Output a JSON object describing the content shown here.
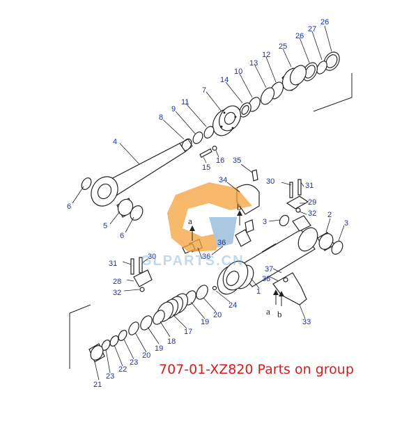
{
  "diagram": {
    "caption": "707-01-XZ820 Parts on group",
    "watermark_text": "GLPARTS.CN",
    "colors": {
      "labels": "#1a2fb4",
      "caption": "#d21e1e",
      "logo_orange": "#f4a23c",
      "logo_blue": "#8fb6d8"
    },
    "callouts": [
      {
        "id": "c26a",
        "text": "26"
      },
      {
        "id": "c26b",
        "text": "26"
      },
      {
        "id": "c27",
        "text": "27"
      },
      {
        "id": "c25",
        "text": "25"
      },
      {
        "id": "c12",
        "text": "12"
      },
      {
        "id": "c13",
        "text": "13"
      },
      {
        "id": "c10",
        "text": "10"
      },
      {
        "id": "c14",
        "text": "14"
      },
      {
        "id": "c7",
        "text": "7"
      },
      {
        "id": "c11",
        "text": "11"
      },
      {
        "id": "c9",
        "text": "9"
      },
      {
        "id": "c8",
        "text": "8"
      },
      {
        "id": "c4",
        "text": "4"
      },
      {
        "id": "c15",
        "text": "15"
      },
      {
        "id": "c16",
        "text": "16"
      },
      {
        "id": "c35",
        "text": "35"
      },
      {
        "id": "c34",
        "text": "34"
      },
      {
        "id": "c30a",
        "text": "30"
      },
      {
        "id": "c31a",
        "text": "31"
      },
      {
        "id": "c29",
        "text": "29"
      },
      {
        "id": "c32a",
        "text": "32"
      },
      {
        "id": "c2",
        "text": "2"
      },
      {
        "id": "c3a",
        "text": "3"
      },
      {
        "id": "c3b",
        "text": "3"
      },
      {
        "id": "c6a",
        "text": "6"
      },
      {
        "id": "c5",
        "text": "5"
      },
      {
        "id": "c6b",
        "text": "6"
      },
      {
        "id": "c36a",
        "text": "36"
      },
      {
        "id": "c36b",
        "text": "36"
      },
      {
        "id": "c31b",
        "text": "31"
      },
      {
        "id": "c30b",
        "text": "30"
      },
      {
        "id": "c28",
        "text": "28"
      },
      {
        "id": "c32b",
        "text": "32"
      },
      {
        "id": "c37",
        "text": "37"
      },
      {
        "id": "c38",
        "text": "38"
      },
      {
        "id": "c1",
        "text": "1"
      },
      {
        "id": "c33",
        "text": "33"
      },
      {
        "id": "c24",
        "text": "24"
      },
      {
        "id": "c20a",
        "text": "20"
      },
      {
        "id": "c19a",
        "text": "19"
      },
      {
        "id": "c17",
        "text": "17"
      },
      {
        "id": "c18",
        "text": "18"
      },
      {
        "id": "c19b",
        "text": "19"
      },
      {
        "id": "c20b",
        "text": "20"
      },
      {
        "id": "c23a",
        "text": "23"
      },
      {
        "id": "c22",
        "text": "22"
      },
      {
        "id": "c23b",
        "text": "23"
      },
      {
        "id": "c21",
        "text": "21"
      }
    ],
    "letters": [
      {
        "id": "la1",
        "text": "a"
      },
      {
        "id": "lb1",
        "text": "b"
      },
      {
        "id": "la2",
        "text": "a"
      },
      {
        "id": "lb2",
        "text": "b"
      }
    ]
  }
}
